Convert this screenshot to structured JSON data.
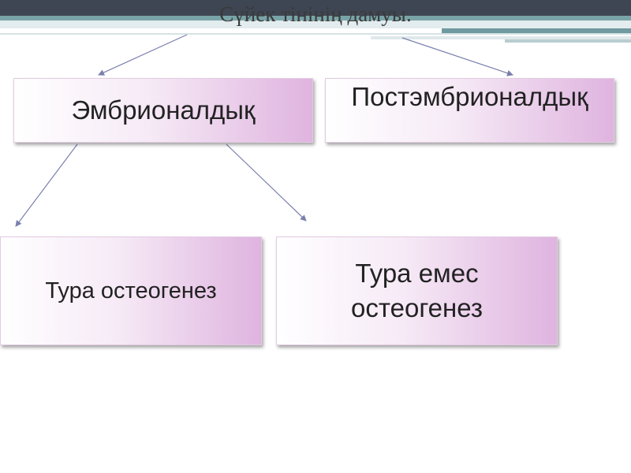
{
  "title": "Сүйек тінінің дамуы.",
  "nodes": {
    "embryonic": "Эмбрионалдық",
    "postembryonic": "Постэмбрионалдық",
    "direct": "Тура остеогенез",
    "indirect": "Тура емес остеогенез"
  },
  "colors": {
    "box_gradient_start": "#ffffff",
    "box_gradient_end": "#dfb4df",
    "arrow": "#7a7fae",
    "header_band_dark": "#3f4653",
    "header_band_teal": "#79a4a8"
  }
}
